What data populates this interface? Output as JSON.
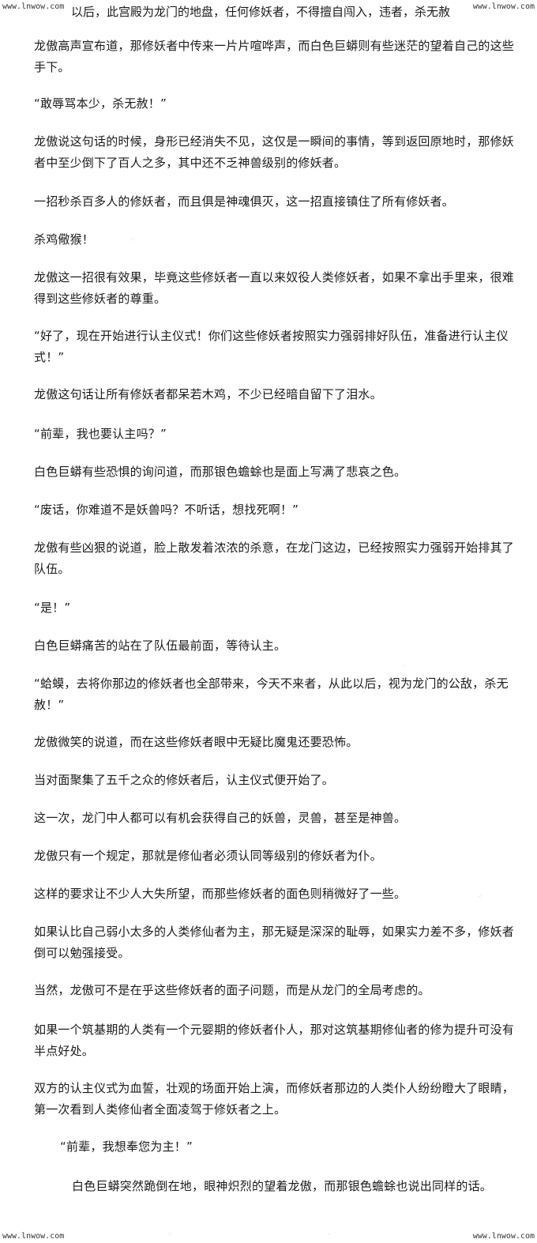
{
  "watermark": {
    "top_left": "www.lnwow.com",
    "top_right": "www.lnwow.com",
    "bottom_left": "www.lnwow.com",
    "bottom_right": "www.lnwow.com"
  },
  "paragraphs": [
    "以后，此宫殿为龙门的地盘，任何修妖者，不得擅自闯入，违者，杀无赦",
    "龙傲高声宣布道，那修妖者中传来一片片喧哗声，而白色巨蟒则有些迷茫的望着自己的这些手下。",
    "“敢辱骂本少，杀无赦！”",
    "龙傲说这句话的时候，身形已经消失不见，这仅是一瞬间的事情，等到返回原地时，那修妖者中至少倒下了百人之多，其中还不乏神兽级别的修妖者。",
    "一招秒杀百多人的修妖者，而且俱是神魂俱灭，这一招直接镇住了所有修妖者。",
    "杀鸡儆猴！",
    "龙傲这一招很有效果，毕竟这些修妖者一直以来奴役人类修妖者，如果不拿出手里来，很难得到这些修妖者的尊重。",
    "“好了，现在开始进行认主仪式！你们这些修妖者按照实力强弱排好队伍，准备进行认主仪式！”",
    "龙傲这句话让所有修妖者都呆若木鸡，不少已经暗自留下了泪水。",
    "“前辈，我也要认主吗？”",
    "白色巨蟒有些恐惧的询问道，而那银色蟾蜍也是面上写满了悲哀之色。",
    "“废话，你难道不是妖兽吗？不听话，想找死啊！”",
    "龙傲有些凶狠的说道，脸上散发着浓浓的杀意，在龙门这边，已经按照实力强弱开始排其了队伍。",
    "“是！”",
    "白色巨蟒痛苦的站在了队伍最前面，等待认主。",
    "“蛤蟆，去将你那边的修妖者也全部带来，今天不来者，从此以后，视为龙门的公敌，杀无赦！”",
    "龙傲微笑的说道，而在这些修妖者眼中无疑比魔鬼还要恐怖。",
    "当对面聚集了五千之众的修妖者后，认主仪式便开始了。",
    "这一次，龙门中人都可以有机会获得自己的妖兽，灵兽，甚至是神兽。",
    "龙傲只有一个规定，那就是修仙者必须认同等级别的修妖者为仆。",
    "这样的要求让不少人大失所望，而那些修妖者的面色则稍微好了一些。",
    "如果认比自己弱小太多的人类修仙者为主，那无疑是深深的耻辱，如果实力差不多，修妖者倒可以勉强接受。",
    "当然，龙傲可不是在乎这些修妖者的面子问题，而是从龙门的全局考虑的。",
    "如果一个筑基期的人类有一个元婴期的修妖者仆人，那对这筑基期修仙者的修为提升可没有半点好处。",
    "双方的认主仪式为血誓，壮观的场面开始上演，而修妖者那边的人类仆人纷纷瞪大了眼睛，第一次看到人类修仙者全面凌驾于修妖者之上。",
    "“前辈，我想奉您为主！”",
    "白色巨蟒突然跪倒在地，眼神炽烈的望着龙傲，而那银色蟾蜍也说出同样的话。"
  ]
}
